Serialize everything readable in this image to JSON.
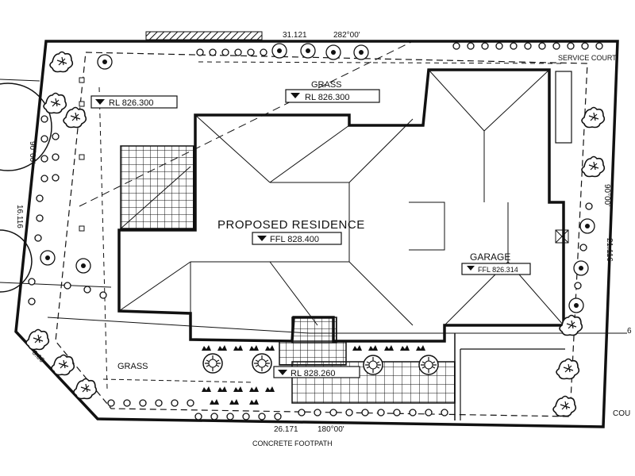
{
  "labels": {
    "grass_top": "GRASS",
    "rl_top": "RL 826.300",
    "rl_left": "RL 826.300",
    "grass_left": "GRASS",
    "proposed_residence": "PROPOSED RESIDENCE",
    "ffl_residence": "FFL 828.400",
    "garage": "GARAGE",
    "ffl_garage": "FFL 826.314",
    "rl_bottom": "RL 828.260",
    "service_court": "SERVICE COURT",
    "court_right": "COU",
    "footpath": "CONCRETE FOOTPATH"
  },
  "dimensions": {
    "top": "31.121",
    "top_angle": "282°00'",
    "left": "16.116",
    "left_angle": "90°00'",
    "right": "21.116",
    "right_angle": "90°00'",
    "bottom": "26.171",
    "bottom_angle": "180°00'",
    "corner": "6.00",
    "corner_right": "6"
  },
  "colors": {
    "line": "#111111",
    "background": "#ffffff"
  }
}
